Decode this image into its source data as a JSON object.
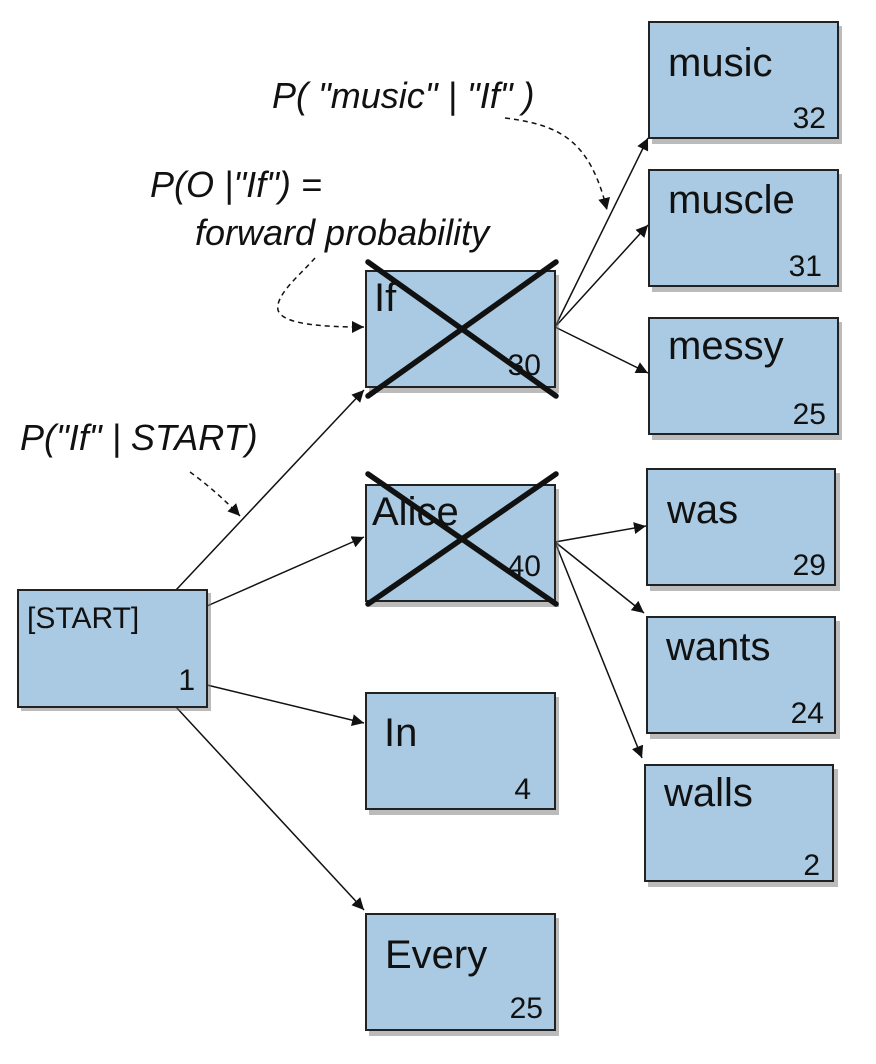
{
  "nodes": {
    "start": {
      "word": "[START]",
      "count": "1"
    },
    "if": {
      "word": "If",
      "count": "30"
    },
    "alice": {
      "word": "Alice",
      "count": "40"
    },
    "in": {
      "word": "In",
      "count": "4"
    },
    "every": {
      "word": "Every",
      "count": "25"
    },
    "music": {
      "word": "music",
      "count": "32"
    },
    "muscle": {
      "word": "muscle",
      "count": "31"
    },
    "messy": {
      "word": "messy",
      "count": "25"
    },
    "was": {
      "word": "was",
      "count": "29"
    },
    "wants": {
      "word": "wants",
      "count": "24"
    },
    "walls": {
      "word": "walls",
      "count": "2"
    }
  },
  "annotations": {
    "music_given_if": "P( \"music\" | \"If\" )",
    "forward_line1": "P(O |\"If\") =",
    "forward_line2": "forward probability",
    "if_given_start": "P(\"If\" | START)"
  },
  "pruned_nodes": [
    "if",
    "alice"
  ],
  "edges": [
    [
      "start",
      "if"
    ],
    [
      "start",
      "alice"
    ],
    [
      "start",
      "in"
    ],
    [
      "start",
      "every"
    ],
    [
      "if",
      "music"
    ],
    [
      "if",
      "muscle"
    ],
    [
      "if",
      "messy"
    ],
    [
      "alice",
      "was"
    ],
    [
      "alice",
      "wants"
    ],
    [
      "alice",
      "walls"
    ]
  ],
  "colors": {
    "box_fill": "#a9cae2",
    "box_stroke": "#222222",
    "ink": "#111111"
  }
}
